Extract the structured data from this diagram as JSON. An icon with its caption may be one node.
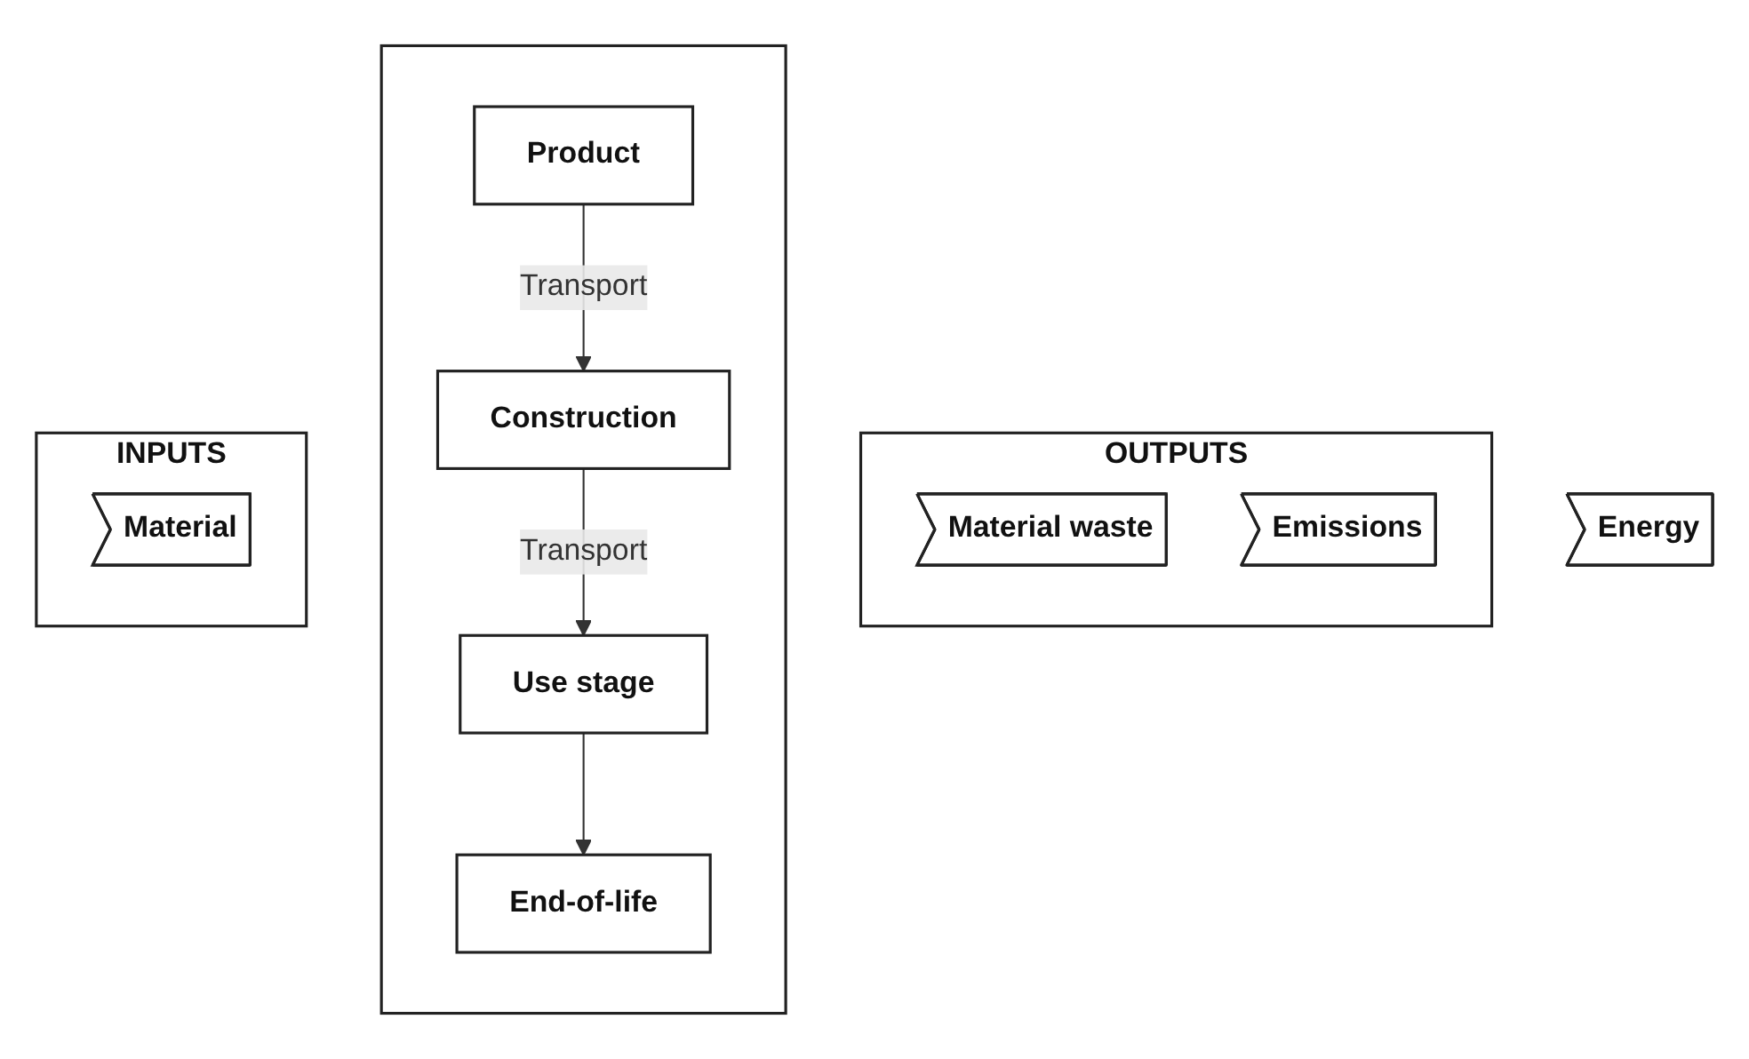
{
  "diagram": {
    "nodes": [
      {
        "text": [
          "INPUTS"
        ]
      },
      {
        "text": [
          "Material"
        ],
        "in": 0
      },
      {
        "text": [
          "Energy"
        ]
      },
      {
        "text": [],
        "shape": "box"
      },
      {
        "text": [
          "Product"
        ],
        "in": 3
      },
      {
        "text": [
          "Construction"
        ],
        "in": 3
      },
      {
        "text": [
          "Use stage"
        ],
        "in": 3
      },
      {
        "text": [
          "End-of-life"
        ],
        "in": 3
      },
      {
        "text": [
          "OUTPUTS"
        ]
      },
      {
        "text": [
          "Material waste"
        ],
        "in": 8
      },
      {
        "text": [
          "Emissions"
        ],
        "in": 8
      }
    ],
    "edges": [
      {
        "from": 4,
        "to": 5,
        "arrow": "to",
        "label": "Transport"
      },
      {
        "from": 5,
        "to": 6,
        "arrow": "to",
        "label": "Transport"
      },
      {
        "from": 6,
        "to": 7,
        "arrow": "to"
      }
    ]
  }
}
